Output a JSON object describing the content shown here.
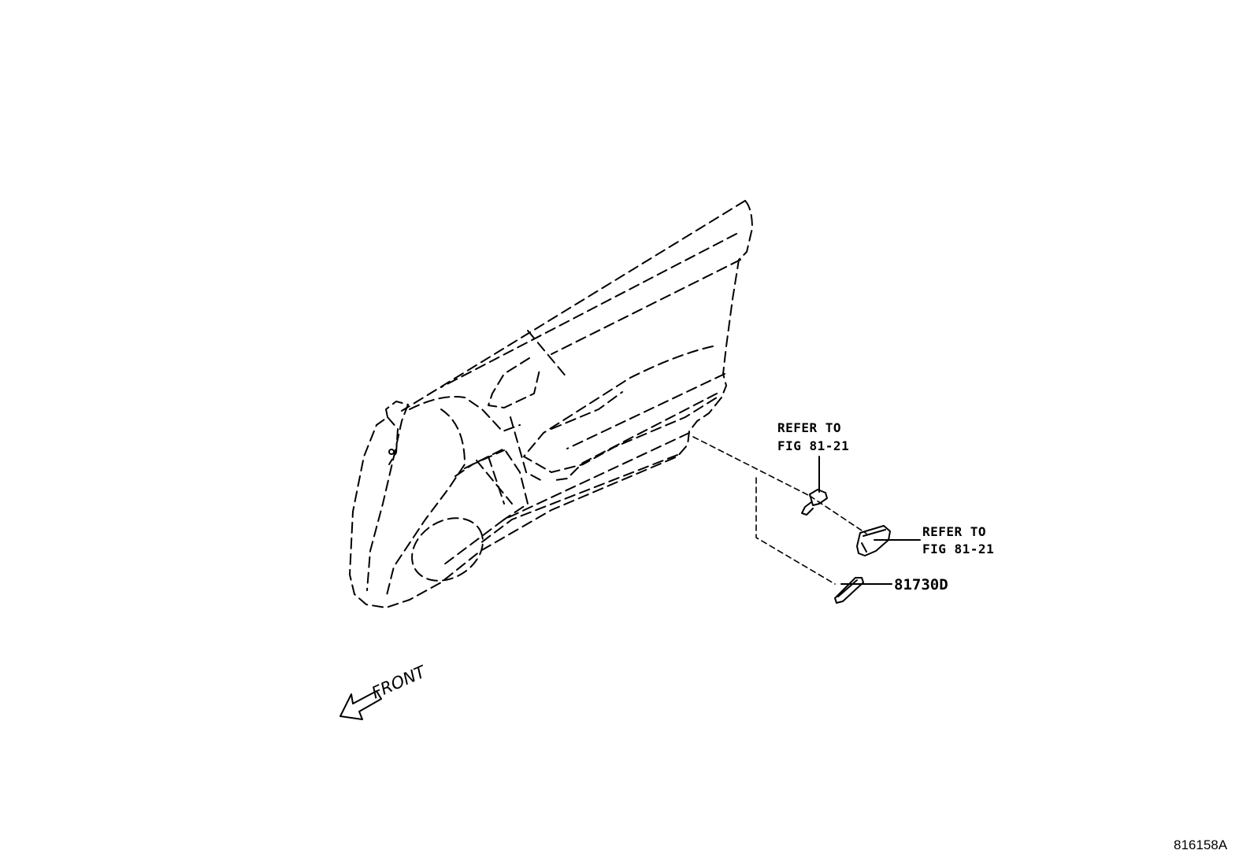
{
  "labels": {
    "refer1_line1": "REFER TO",
    "refer1_line2": "FIG 81-21",
    "refer2_line1": "REFER TO",
    "refer2_line2": "FIG 81-21",
    "part_number": "81730D",
    "front": "FRONT",
    "drawing_code": "816158A"
  }
}
